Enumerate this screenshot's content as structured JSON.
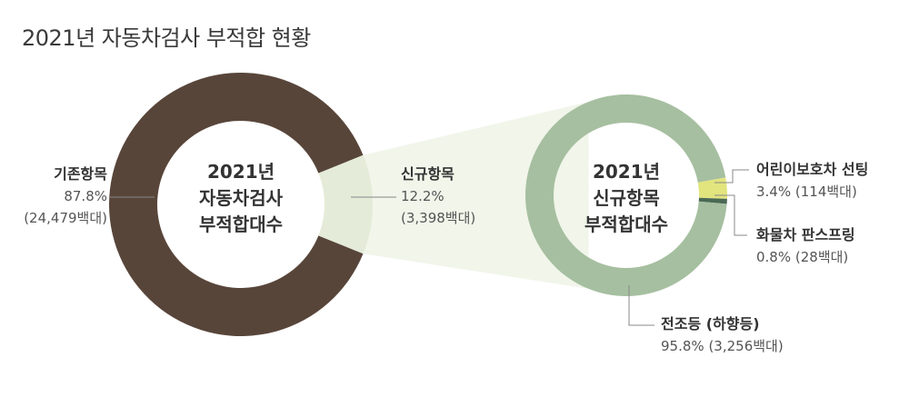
{
  "title": "2021년 자동차검사 부적합 현황",
  "colors": {
    "existing": "#58453a",
    "new_wedge": "#e4ebd8",
    "headlamp": "#a6bfa0",
    "rear_guard": "#e2e47e",
    "cargo_panel": "#4b6a55",
    "connector": "#f1f5ea"
  },
  "chart_data": [
    {
      "type": "pie",
      "center_label": [
        "2021년",
        "자동차검사",
        "부적합대수"
      ],
      "slices": [
        {
          "name": "기존항목",
          "percent_label": "87.8%",
          "count_label": "(24,479백대)",
          "value": 87.8
        },
        {
          "name": "신규항목",
          "percent_label": "12.2%",
          "count_label": "(3,398백대)",
          "value": 12.2
        }
      ]
    },
    {
      "type": "pie",
      "center_label": [
        "2021년",
        "신규항목",
        "부적합대수"
      ],
      "slices": [
        {
          "name": "어린이보호차 선팅",
          "percent_label": "3.4%",
          "count_label": "(114백대)",
          "value": 3.4
        },
        {
          "name": "화물차 판스프링",
          "percent_label": "0.8%",
          "count_label": "(28백대)",
          "value": 0.8
        },
        {
          "name": "전조등 (하향등)",
          "percent_label": "95.8%",
          "count_label": "(3,256백대)",
          "value": 95.8
        }
      ]
    }
  ]
}
